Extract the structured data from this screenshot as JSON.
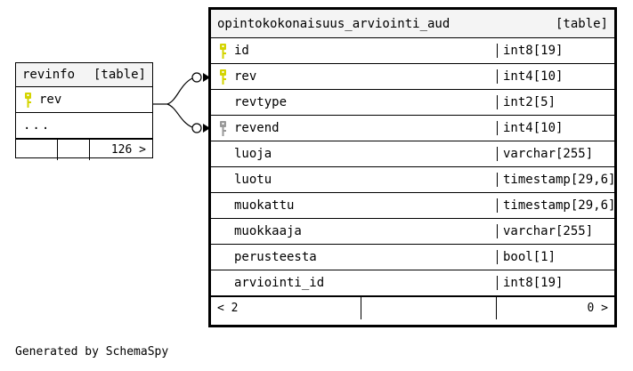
{
  "diagram": {
    "generator_credit": "Generated by SchemaSpy",
    "background": "#ffffff",
    "line_color": "#000000",
    "pk_key_color": "#d4d400",
    "fk_key_color": "#999999",
    "header_background": "#f4f4f4"
  },
  "parent_table": {
    "name": "revinfo",
    "tag": "[table]",
    "columns": [
      {
        "key_icon": "primary-key-icon",
        "key_color": "#d4d400",
        "name": "rev",
        "type": ""
      }
    ],
    "ellipsis": "...",
    "footer": {
      "cell_left": "",
      "cell_middle": "",
      "cell_right": "126 >"
    }
  },
  "main_table": {
    "name": "opintokokonaisuus_arviointi_aud",
    "tag": "[table]",
    "columns": [
      {
        "key_icon": "primary-key-icon",
        "key_color": "#d4d400",
        "name": "id",
        "type": "int8[19]"
      },
      {
        "key_icon": "primary-key-icon",
        "key_color": "#d4d400",
        "name": "rev",
        "type": "int4[10]"
      },
      {
        "key_icon": "none",
        "key_color": "",
        "name": "revtype",
        "type": "int2[5]"
      },
      {
        "key_icon": "foreign-key-icon",
        "key_color": "#999999",
        "name": "revend",
        "type": "int4[10]"
      },
      {
        "key_icon": "none",
        "key_color": "",
        "name": "luoja",
        "type": "varchar[255]"
      },
      {
        "key_icon": "none",
        "key_color": "",
        "name": "luotu",
        "type": "timestamp[29,6]"
      },
      {
        "key_icon": "none",
        "key_color": "",
        "name": "muokattu",
        "type": "timestamp[29,6]"
      },
      {
        "key_icon": "none",
        "key_color": "",
        "name": "muokkaaja",
        "type": "varchar[255]"
      },
      {
        "key_icon": "none",
        "key_color": "",
        "name": "perusteesta",
        "type": "bool[1]"
      },
      {
        "key_icon": "none",
        "key_color": "",
        "name": "arviointi_id",
        "type": "int8[19]"
      }
    ],
    "footer": {
      "cell_left": "< 2",
      "cell_middle": "",
      "cell_right": "0 >"
    }
  },
  "relationships": [
    {
      "from_table": "revinfo",
      "from_column": "rev",
      "to_table": "opintokokonaisuus_arviointi_aud",
      "to_column": "rev"
    },
    {
      "from_table": "revinfo",
      "from_column": "rev",
      "to_table": "opintokokonaisuus_arviointi_aud",
      "to_column": "revend"
    }
  ]
}
